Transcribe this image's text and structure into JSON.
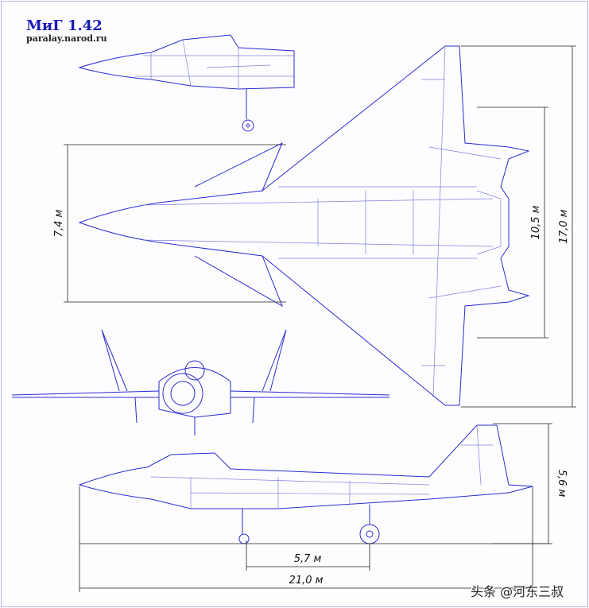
{
  "title": "МиГ 1.42",
  "site": "paralay.narod.ru",
  "watermark": "头条 @河东三叔",
  "colors": {
    "line": "#2b2bd0",
    "frame": "#b9b2dc",
    "title": "#1a1ab8"
  },
  "dimensions": {
    "height_top_view": "7,4 м",
    "fuselage_span": "10,5 м",
    "wingspan": "17,0 м",
    "height": "5,6 м",
    "wheelbase": "5,7 м",
    "length": "21,0 м"
  }
}
